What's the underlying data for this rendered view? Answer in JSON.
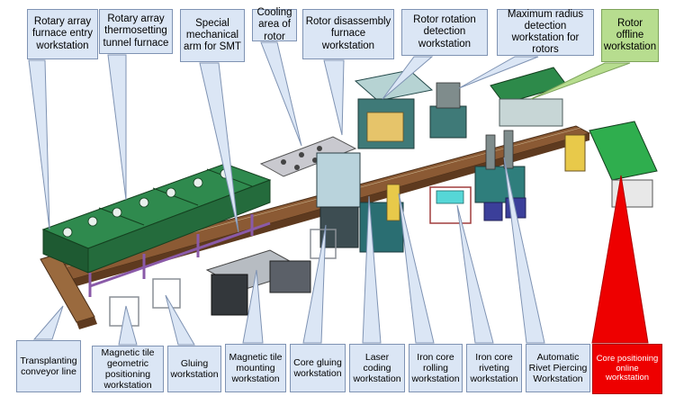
{
  "colors": {
    "label_fill": "#dbe6f5",
    "label_border": "#7f93b3",
    "highlight_green": "#b7dd8f",
    "highlight_red": "#ee0000",
    "furnace_green": "#2f8a4e",
    "frame_purple": "#8a5aa8",
    "conveyor_brown": "#6b4a2a"
  },
  "top_labels": [
    {
      "text": "Rotary array furnace entry workstation"
    },
    {
      "text": "Rotary array thermosetting tunnel furnace"
    },
    {
      "text": "Special mechanical arm for SMT"
    },
    {
      "text": "Cooling area of rotor"
    },
    {
      "text": "Rotor disassembly furnace workstation"
    },
    {
      "text": "Rotor rotation detection workstation"
    },
    {
      "text": "Maximum radius detection workstation for rotors"
    },
    {
      "text": "Rotor offline workstation"
    }
  ],
  "bottom_labels": [
    {
      "text": "Transplanting conveyor line"
    },
    {
      "text": "Magnetic tile geometric positioning workstation"
    },
    {
      "text": "Gluing workstation"
    },
    {
      "text": "Magnetic tile mounting workstation"
    },
    {
      "text": "Core gluing workstation"
    },
    {
      "text": "Laser coding workstation"
    },
    {
      "text": "Iron core rolling workstation"
    },
    {
      "text": "Iron core riveting workstation"
    },
    {
      "text": "Automatic Rivet Piercing Workstation"
    },
    {
      "text": "Core positioning online workstation"
    }
  ]
}
